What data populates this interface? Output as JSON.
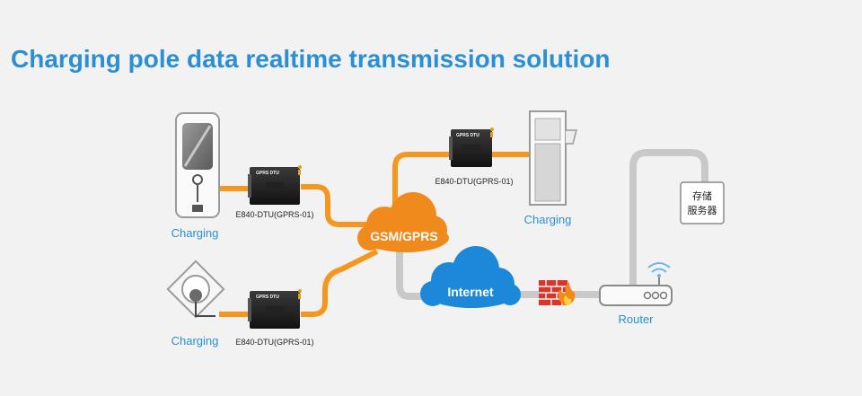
{
  "title": "Charging pole data realtime transmission solution",
  "nodes": {
    "charger_top_label": "Charging",
    "charger_bottom_label": "Charging",
    "charger_right_label": "Charging",
    "dtu_left_top_label": "E840-DTU(GPRS-01)",
    "dtu_left_bottom_label": "E840-DTU(GPRS-01)",
    "dtu_right_label": "E840-DTU(GPRS-01)",
    "dtu_badge_text": "GPRS DTU",
    "gsm_cloud_label": "GSM/GPRS",
    "internet_cloud_label": "Internet",
    "router_label": "Router",
    "server_label_line1": "存储",
    "server_label_line2": "服务器"
  },
  "colors": {
    "title": "#2a8fd4",
    "label": "#2a8fd4",
    "gsm_cloud": "#f08a1c",
    "internet_cloud": "#1e88d8",
    "orange_link": "#f5961e",
    "gray_link": "#c9c9c9",
    "firewall": "#d9362b"
  },
  "icons": [
    "charging-pole-icon",
    "charging-socket-icon",
    "fuel-style-charger-icon",
    "dtu-device-icon",
    "firewall-icon",
    "router-icon",
    "wifi-icon",
    "server-icon"
  ]
}
